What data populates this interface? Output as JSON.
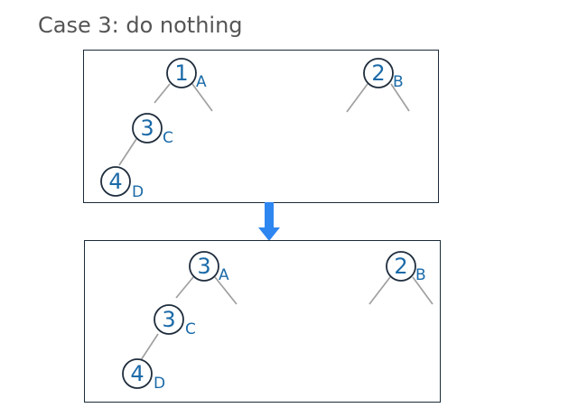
{
  "title": "Case 3: do nothing",
  "colors": {
    "node_text": "#1b6aa8",
    "node_outline": "#1f2d3d",
    "edge": "#a0a0a0",
    "arrow": "#2e86f0",
    "panel_border": "#1a2b38",
    "title_text": "#555555"
  },
  "top_panel": {
    "nodes": [
      {
        "key": "1",
        "tag": "A"
      },
      {
        "key": "3",
        "tag": "C"
      },
      {
        "key": "4",
        "tag": "D"
      },
      {
        "key": "2",
        "tag": "B"
      }
    ]
  },
  "bottom_panel": {
    "nodes": [
      {
        "key": "3",
        "tag": "A"
      },
      {
        "key": "3",
        "tag": "C"
      },
      {
        "key": "4",
        "tag": "D"
      },
      {
        "key": "2",
        "tag": "B"
      }
    ]
  },
  "arrow": {
    "icon": "down-arrow-icon",
    "direction": "down"
  }
}
